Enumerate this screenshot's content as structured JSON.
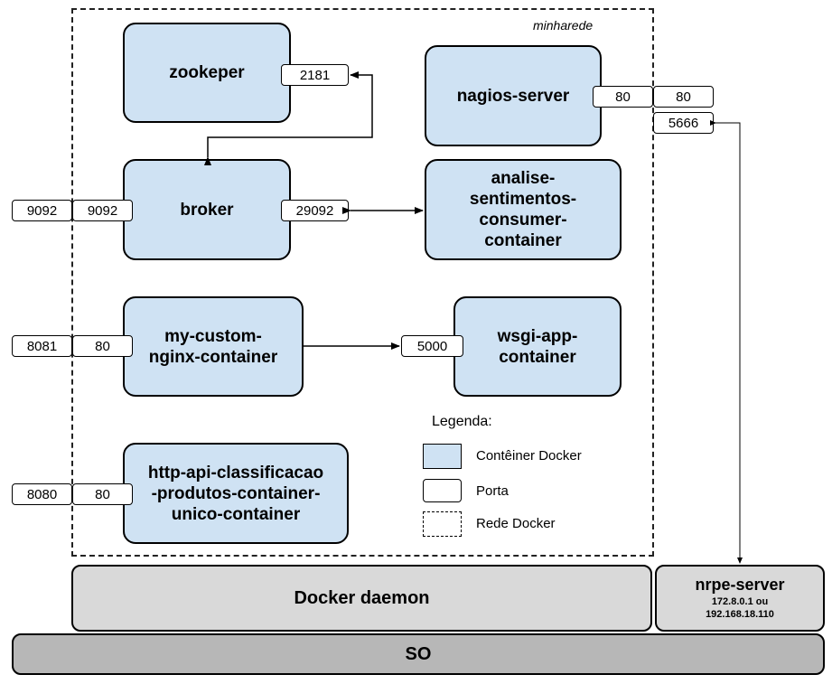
{
  "network": {
    "name": "minharede"
  },
  "containers": {
    "zookeper": [
      "zookeper"
    ],
    "nagios": [
      "nagios-server"
    ],
    "broker": [
      "broker"
    ],
    "analise": [
      "analise-",
      "sentimentos-",
      "consumer-",
      "container"
    ],
    "nginx": [
      "my-custom-",
      "nginx-container"
    ],
    "wsgi": [
      "wsgi-app-",
      "container"
    ],
    "http_api": [
      "http-api-classificacao",
      "-produtos-container-",
      "unico-container"
    ]
  },
  "ports": {
    "zookeper_internal": "2181",
    "nagios_internal": "80",
    "nagios_external": "80",
    "nagios_nrpe": "5666",
    "broker_external": "9092",
    "broker_internal": "9092",
    "broker_internal_alt": "29092",
    "nginx_external": "8081",
    "nginx_internal": "80",
    "wsgi_internal": "5000",
    "http_api_external": "8080",
    "http_api_internal": "80"
  },
  "legend": {
    "title": "Legenda:",
    "container": "Contêiner Docker",
    "port": "Porta",
    "network": "Rede Docker"
  },
  "base": {
    "daemon": "Docker daemon",
    "nrpe_title": "nrpe-server",
    "nrpe_ip1": "172.8.0.1 ou",
    "nrpe_ip2": "192.168.18.110",
    "os": "SO"
  },
  "colors": {
    "container_fill": "#cfe2f3",
    "base_fill": "#d9d9d9",
    "os_fill": "#b7b7b7"
  }
}
